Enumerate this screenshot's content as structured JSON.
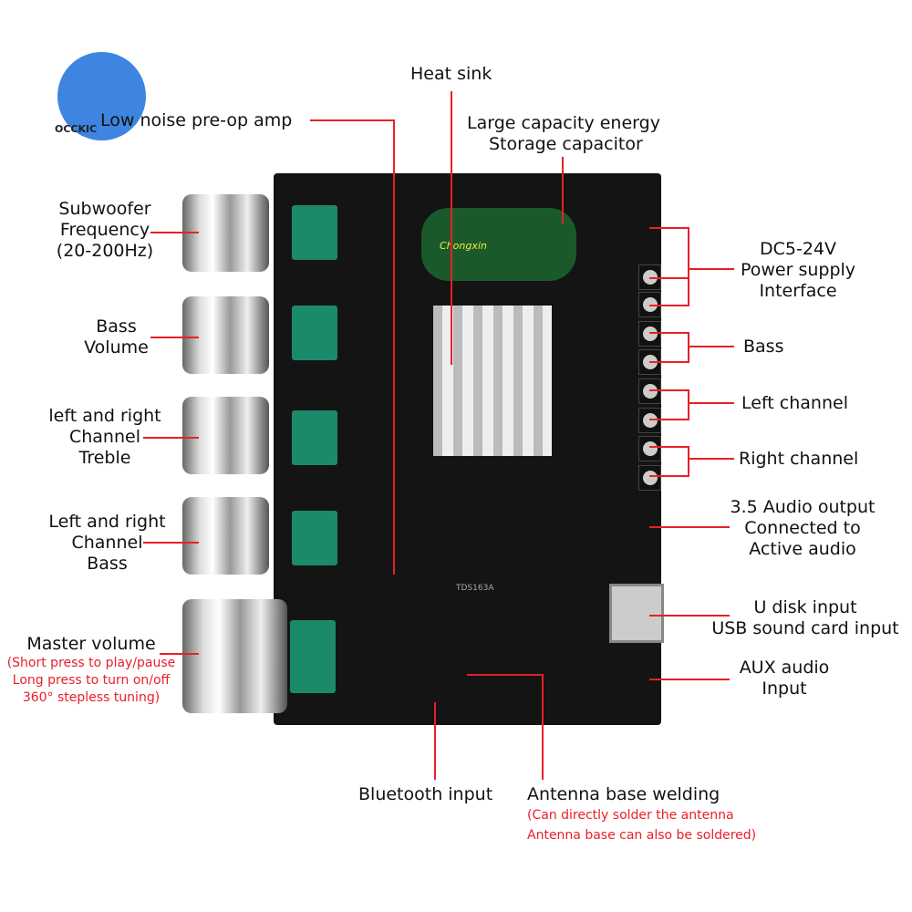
{
  "logo": {
    "text": "OCCKIC"
  },
  "labels": {
    "heat_sink": "Heat sink",
    "preamp": "Low noise pre-op amp",
    "capacitor_1": "Large capacity energy",
    "capacitor_2": "Storage capacitor",
    "subwoofer_1": "Subwoofer",
    "subwoofer_2": "Frequency",
    "subwoofer_3": "(20-200Hz)",
    "bass_vol_1": "Bass",
    "bass_vol_2": "Volume",
    "treble_1": "left and right",
    "treble_2": "Channel",
    "treble_3": "Treble",
    "lrbass_1": "Left and right",
    "lrbass_2": "Channel",
    "lrbass_3": "Bass",
    "master": "Master volume",
    "master_note_1": "(Short press to play/pause",
    "master_note_2": "Long press to turn on/off",
    "master_note_3": "360° stepless tuning)",
    "power_1": "DC5-24V",
    "power_2": "Power supply",
    "power_3": "Interface",
    "bass": "Bass",
    "left": "Left channel",
    "right": "Right channel",
    "audio_out_1": "3.5 Audio output",
    "audio_out_2": "Connected to",
    "audio_out_3": "Active audio",
    "udisk_1": "U disk input",
    "udisk_2": "USB sound card input",
    "aux_1": "AUX audio",
    "aux_2": "Input",
    "bluetooth": "Bluetooth input",
    "antenna": "Antenna base welding",
    "antenna_note_1": "(Can directly solder the antenna",
    "antenna_note_2": "Antenna base can also be soldered)"
  },
  "board": {
    "cap_brand": "Chongxin",
    "chip": "TDS163A"
  },
  "colors": {
    "accent": "#e8202a",
    "pcb": "#141414",
    "logo": "#3d85e0"
  }
}
